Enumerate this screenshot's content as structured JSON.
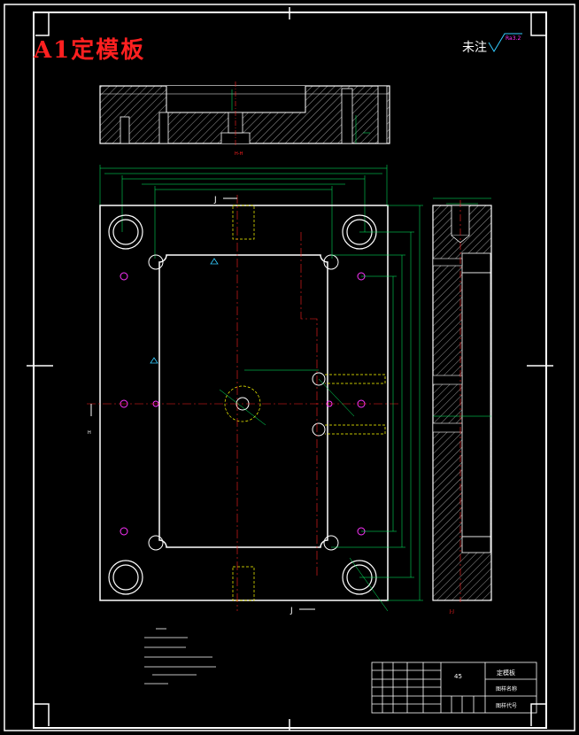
{
  "drawing_title": "A1定模板",
  "roughness_note": "未注",
  "roughness_symbol_value": "Ra3.2",
  "section_labels": {
    "top_view": "H-H",
    "side_view": "J-J",
    "cut_mark_j": "J",
    "cut_mark_h": "H"
  },
  "title_block": {
    "material": "45",
    "part_name": "定模板",
    "drawing_name_label": "图样名称",
    "drawing_code_label": "图样代号"
  },
  "colors": {
    "background": "#000000",
    "outline": "#ffffff",
    "title": "#ff2020",
    "dimension": "#00ff66",
    "centerline": "#ff2020",
    "hole_marker": "#ff33ff",
    "hidden": "#ffff00"
  }
}
